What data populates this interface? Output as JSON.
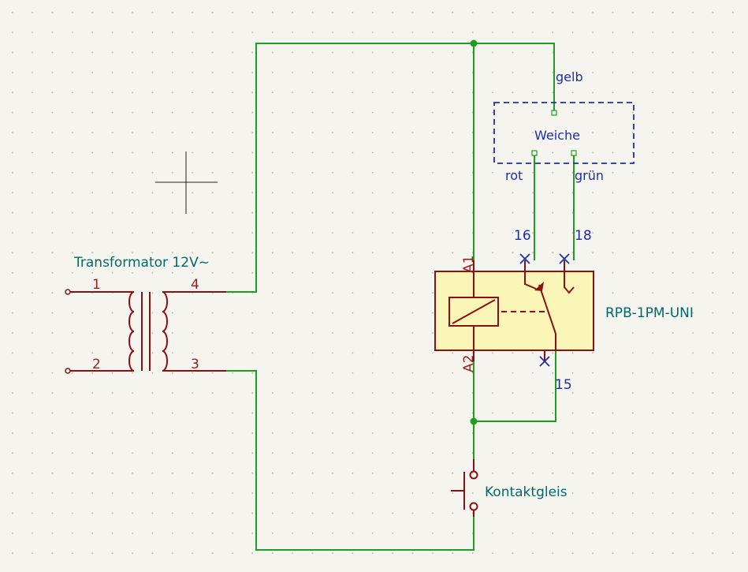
{
  "transformer": {
    "value": "Transformator 12V~",
    "pins": {
      "p1": "1",
      "p2": "2",
      "p3": "3",
      "p4": "4"
    }
  },
  "relay": {
    "value": "RPB-1PM-UNI",
    "pins": {
      "a1": "A1",
      "a2": "A2",
      "p15": "15",
      "p16": "16",
      "p18": "18"
    }
  },
  "button": {
    "value": "Kontaktgleis"
  },
  "sheet": {
    "name": "Weiche"
  },
  "nets": {
    "gelb": "gelb",
    "rot": "rot",
    "gruen": "grün"
  },
  "colors": {
    "wire": "#1e9e1e",
    "symbol": "#8b1010",
    "symbol_fill": "#fbf6b8",
    "sheet_border": "#1c2fa8",
    "reference_text": "#006a6a"
  }
}
